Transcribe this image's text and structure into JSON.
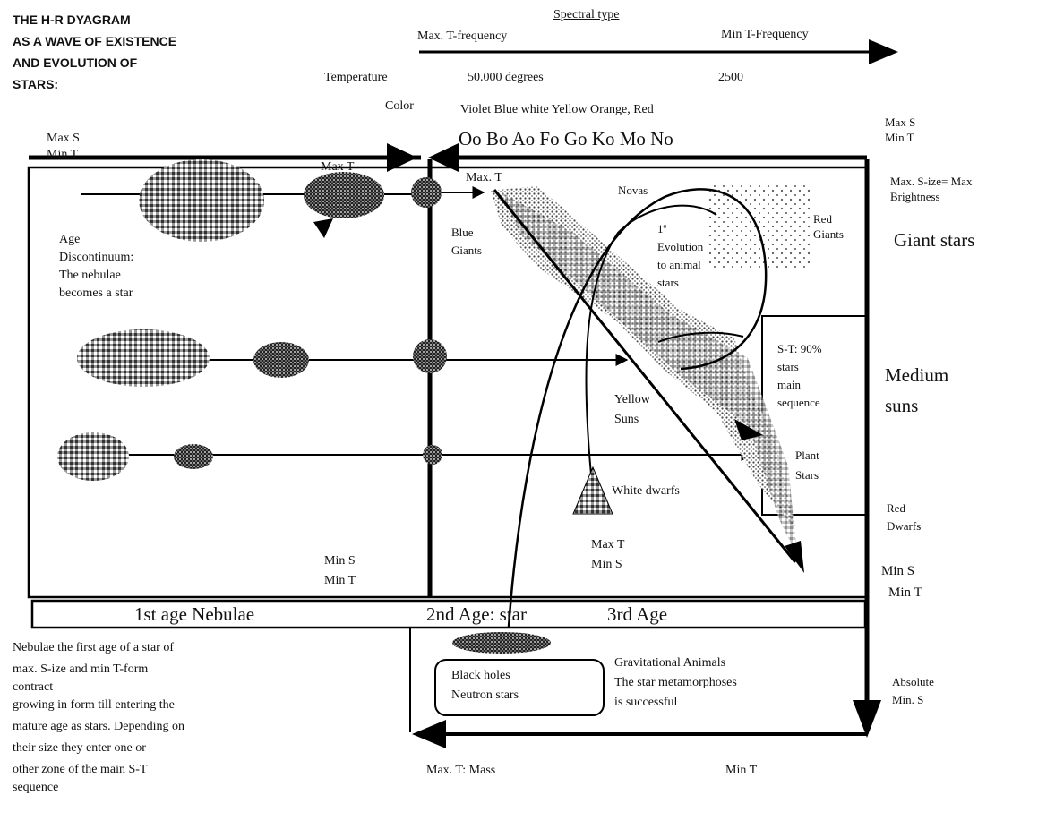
{
  "title": [
    "THE H-R DYAGRAM",
    "AS A WAVE OF EXISTENCE",
    "AND EVOLUTION OF",
    "STARS:"
  ],
  "top_axis": {
    "spectral_type": "Spectral type",
    "max_frequency": "Max. T-frequency",
    "min_frequency": "Min T-Frequency",
    "temperature_label": "Temperature",
    "temperature_high": "50.000  degrees",
    "temperature_low": "2500",
    "color_label": "Color",
    "colors": "Violet Blue white  Yellow Orange, Red",
    "spectral_classes": "Oo  Bo  Ao  Fo  Go  Ko  Mo  No"
  },
  "corners": {
    "top_left": [
      "Max S",
      "Min T"
    ],
    "top_right": [
      "Max S",
      "Min T"
    ],
    "max_t_upper": "Max T",
    "max_t_blue": "Max. T",
    "max_size": [
      "Max. S-ize= Max",
      "Brightness"
    ]
  },
  "regions": {
    "giant_stars": "Giant stars",
    "medium_suns": [
      "Medium",
      "suns"
    ],
    "red_dwarfs": [
      "Red",
      "Dwarfs"
    ],
    "red_giants": [
      "Red",
      "Giants"
    ],
    "novas": "Novas",
    "blue_giants": [
      "Blue",
      "Giants"
    ],
    "evolution": [
      "1ª",
      "Evolution",
      "to animal",
      "stars"
    ],
    "main_sequence": [
      "S-T: 90%",
      "stars",
      "main",
      "sequence"
    ],
    "plant_stars": [
      "Plant",
      "Stars"
    ],
    "yellow_suns": [
      "Yellow",
      "Suns"
    ],
    "white_dwarfs": "White dwarfs"
  },
  "left_notes": {
    "age_discontinuum": [
      "Age",
      "Discontinuum:",
      "The nebulae",
      "becomes a star"
    ],
    "min_s_min_t": [
      "Min S",
      "Min T"
    ],
    "max_t_min_s": [
      "Max T",
      "Min S"
    ],
    "min_s_min_t_right": [
      "Min S",
      "Min T"
    ]
  },
  "ages": {
    "first": "1st age Nebulae",
    "second": "2nd Age: star",
    "third": "3rd Age"
  },
  "bottom": {
    "black_holes": [
      "Black holes",
      "Neutron stars"
    ],
    "gravitational": [
      "Gravitational Animals",
      "The star metamorphoses",
      "is successful"
    ],
    "absolute": [
      "Absolute",
      "Min. S"
    ],
    "max_t_mass": "Max. T: Mass",
    "min_t": "Min T",
    "nebulae_note": [
      "Nebulae the first age of  a star of",
      "max. S-ize and min   T-form",
      "contract",
      "growing in form till entering the",
      "mature age as stars. Depending on",
      "their size they enter one or",
      "other zone of the main S-T",
      "sequence"
    ]
  }
}
